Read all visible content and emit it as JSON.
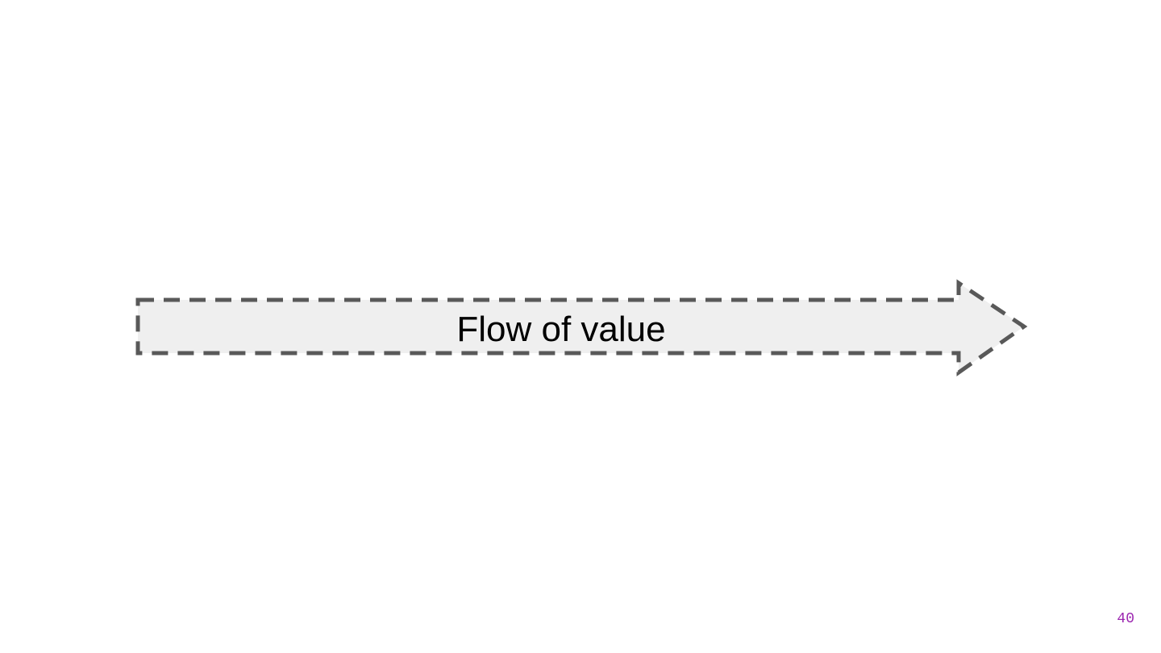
{
  "diagram": {
    "arrow": {
      "label": "Flow of value",
      "fill_color": "#efefef",
      "stroke_color": "#595959",
      "stroke_style": "dashed"
    }
  },
  "footer": {
    "page_number": "40",
    "page_number_color": "#9c27b0"
  }
}
